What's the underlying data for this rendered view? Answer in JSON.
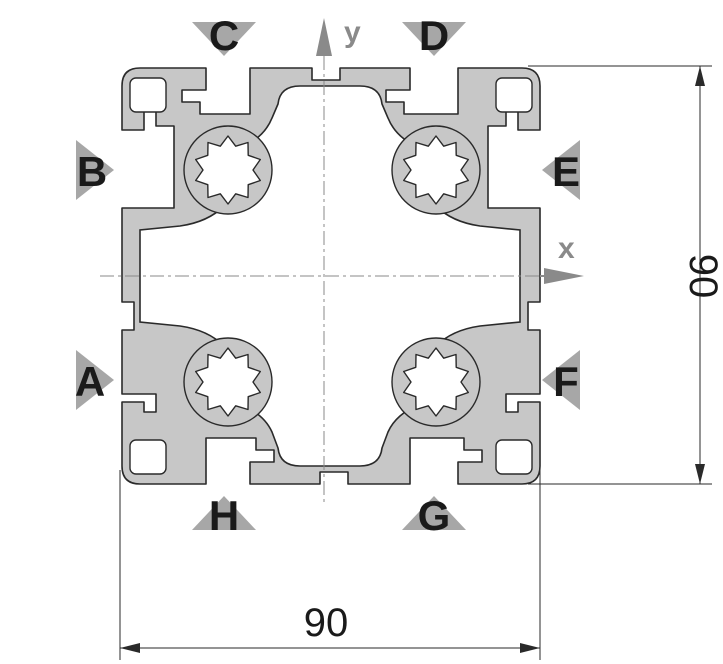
{
  "diagram": {
    "slot_labels": {
      "a": "A",
      "b": "B",
      "c": "C",
      "d": "D",
      "e": "E",
      "f": "F",
      "g": "G",
      "h": "H"
    },
    "axes": {
      "x": "x",
      "y": "y"
    },
    "dimensions": {
      "width": "90",
      "height": "90"
    },
    "colors": {
      "profile_fill": "#c7c7c7",
      "outline": "#2a2a2a",
      "marker_triangle": "#a7a7a7",
      "axis_grey": "#8a8a8a"
    }
  }
}
